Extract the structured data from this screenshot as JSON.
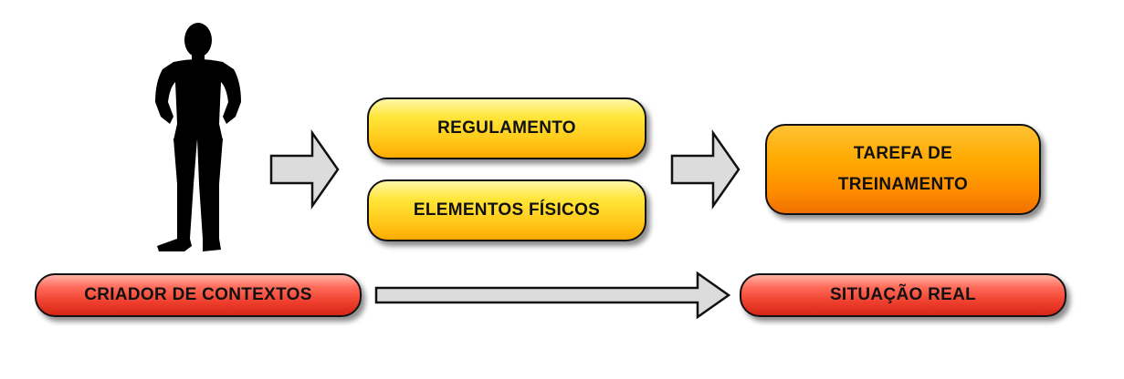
{
  "boxes": {
    "regulamento": "REGULAMENTO",
    "elementos_fisicos": "ELEMENTOS FÍSICOS",
    "tarefa_line1": "TAREFA DE",
    "tarefa_line2": "TREINAMENTO",
    "criador": "CRIADOR DE CONTEXTOS",
    "situacao": "SITUAÇÃO REAL"
  },
  "icons": {
    "person": "person-silhouette-icon",
    "arrows": [
      "arrow-right-icon",
      "arrow-right-icon",
      "long-arrow-right-icon"
    ]
  },
  "colors": {
    "yellow": "#ffd21a",
    "orange": "#ff9a00",
    "red": "#f0412f",
    "arrow_fill": "#dcdcdc",
    "outline": "#111111"
  }
}
